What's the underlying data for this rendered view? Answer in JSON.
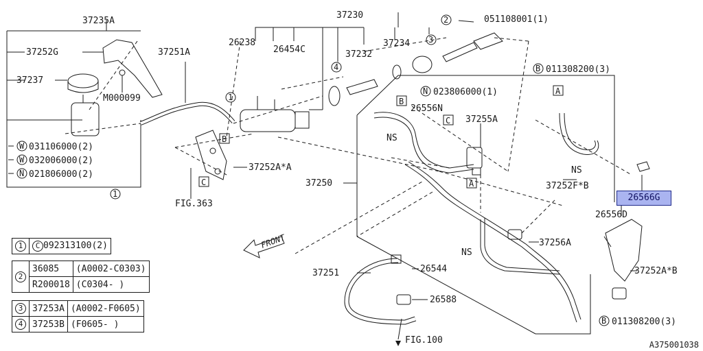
{
  "labels": {
    "top_left": "37235A",
    "reservoir_bracket": "37252G",
    "hose": "37251A",
    "tank": "37237",
    "bolt_m": "M000099",
    "washer1": "031106000(2)",
    "washer2": "032006000(2)",
    "nut": "021806000(2)",
    "master_cyl": "37230",
    "p26238": "26238",
    "p26454c": "26454C",
    "p37232": "37232",
    "p37234": "37234",
    "p051108001": "051108001(1)",
    "p011308200_top": "011308200(3)",
    "p023806000": "023806000(1)",
    "p26556n": "26556N",
    "p37255a": "37255A",
    "p37252aa": "37252A*A",
    "p37250": "37250",
    "fig363": "FIG.363",
    "p37252fb": "37252F*B",
    "p26566g": "26566G",
    "p26556d": "26556D",
    "p37256a": "37256A",
    "ns1": "NS",
    "ns2": "NS",
    "ns3": "NS",
    "front": "FRONT",
    "p37251": "37251",
    "p26544": "26544",
    "p26588": "26588",
    "p37252ab": "37252A*B",
    "p011308200_bot": "011308200(3)",
    "fig100": "FIG.100",
    "box_a": "A",
    "box_b": "B",
    "box_c": "C",
    "circ_b": "B",
    "circ_w": "W",
    "circ_n": "N",
    "n1": "1",
    "n2": "2",
    "n3": "3",
    "n4": "4"
  },
  "legend": {
    "row1": {
      "num": "1",
      "code": "C",
      "part": "092313100(2)"
    },
    "row2a": {
      "num": "2",
      "part": "36085",
      "range": "(A0002-C0303)"
    },
    "row2b": {
      "part": "R200018",
      "range": "(C0304-        )"
    },
    "row3": {
      "num": "3",
      "part": "37253A",
      "range": "(A0002-F0605)"
    },
    "row4": {
      "num": "4",
      "part": "37253B",
      "range": "(F0605-        )"
    }
  },
  "doc_id": "A375001038",
  "colors": {
    "highlight": "#aab4f0",
    "ink": "#1a1a1a"
  }
}
